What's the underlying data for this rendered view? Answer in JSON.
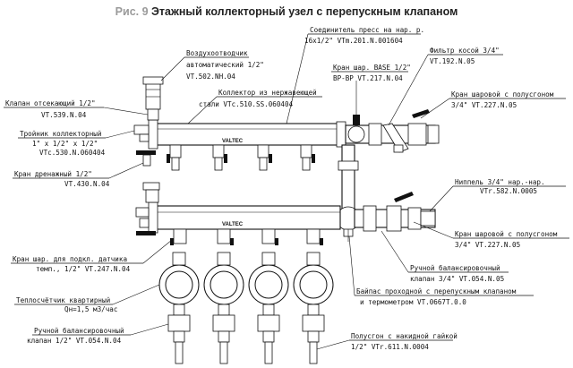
{
  "title": {
    "figure_number": "Рис. 9",
    "text": "Этажный коллекторный узел с перепускным клапаном"
  },
  "brand_marks": [
    "VALTEC",
    "VALTEC"
  ],
  "labels": {
    "air_vent_l1": "Воздухоотводчик",
    "air_vent_l2": "автоматический 1/2\"",
    "air_vent_l3": "VT.502.NH.04",
    "shutoff_l1": "Клапан отсекающий 1/2\"",
    "shutoff_l2": "VT.539.N.04",
    "tee_l1": "Тройник коллекторный",
    "tee_l2": "1\" x 1/2\" x 1/2\"",
    "tee_l3": "VTc.530.N.060404",
    "drain_l1": "Кран дренажный 1/2\"",
    "drain_l2": "VT.430.N.04",
    "manifold_l1": "Коллектор из нержавеющей",
    "manifold_l2": "стали  VTc.510.SS.060404",
    "press_l1": "Соединитель пресс на  нар. р.",
    "press_l2": "16x1/2\"  VTm.201.N.001604",
    "base_l1": "Кран шар. BASE 1/2\"",
    "base_l2": "ВР-ВР  VT.217.N.04",
    "filter_l1": "Фильтр косой 3/4\"",
    "filter_l2": "VT.192.N.05",
    "ballhalf1_l1": "Кран шаровой с полусгоном",
    "ballhalf1_l2": "3/4\"  VT.227.N.05",
    "nipple_l1": "Ниппель 3/4\" нар.-нар.",
    "nipple_l2": "VTr.582.N.0005",
    "ballhalf2_l1": "Кран шаровой с полусгоном",
    "ballhalf2_l2": "3/4\"  VT.227.N.05",
    "balvalve_r_l1": "Ручной балансировочный",
    "balvalve_r_l2": "клапан 3/4\"  VT.054.N.05",
    "bypass_l1": "Байпас проходной с перепускным клапаном",
    "bypass_l2": "и термометром VT.0667T.0.0",
    "sensor_l1": "Кран шар. для подкл. датчика",
    "sensor_l2": "темп., 1/2\"  VT.247.N.04",
    "meter_l1": "Теплосчётчик квартирный",
    "meter_l2": "Qн=1,5 м3/час",
    "balvalve_l_l1": "Ручной балансировочный",
    "balvalve_l_l2": "клапан 1/2\"  VT.054.N.04",
    "union_l1": "Полусгон с накидной гайкой",
    "union_l2": "1/2\"  VTr.611.N.0004"
  }
}
